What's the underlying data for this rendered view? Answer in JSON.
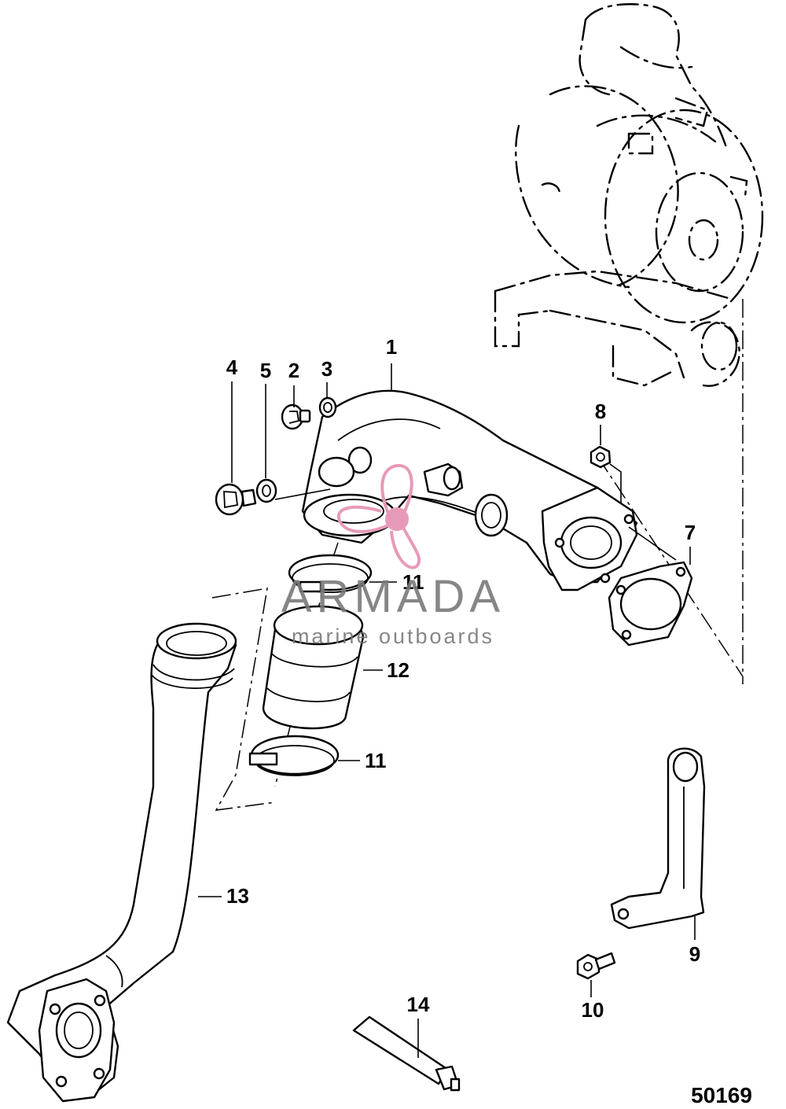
{
  "diagram": {
    "figure_number": "50169",
    "callouts": [
      {
        "id": "c1",
        "label": "1"
      },
      {
        "id": "c2",
        "label": "2"
      },
      {
        "id": "c3",
        "label": "3"
      },
      {
        "id": "c4",
        "label": "4"
      },
      {
        "id": "c5",
        "label": "5"
      },
      {
        "id": "c7",
        "label": "7"
      },
      {
        "id": "c8",
        "label": "8"
      },
      {
        "id": "c9",
        "label": "9"
      },
      {
        "id": "c10",
        "label": "10"
      },
      {
        "id": "c11a",
        "label": "11"
      },
      {
        "id": "c11b",
        "label": "11"
      },
      {
        "id": "c12",
        "label": "12"
      },
      {
        "id": "c13",
        "label": "13"
      },
      {
        "id": "c14",
        "label": "14"
      }
    ]
  },
  "watermark": {
    "title": "ARMADA",
    "subtitle": "marine outboards",
    "accent_color": "#e79ab8",
    "text_color": "#7a7a7a"
  }
}
